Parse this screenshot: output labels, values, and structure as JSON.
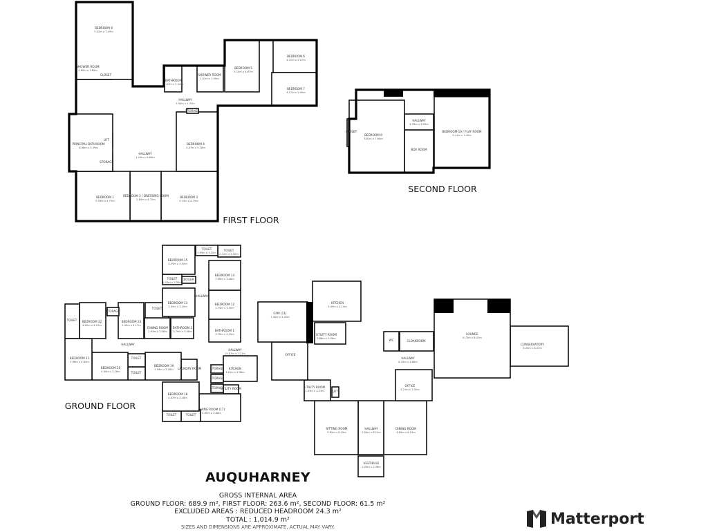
{
  "first_floor": {
    "label": "FIRST FLOOR",
    "rooms": [
      {
        "name": "BEDROOM 8",
        "dims": "5.42m x 7.49m"
      },
      {
        "name": "SHOWER ROOM",
        "dims": "1.60m x 1.84m"
      },
      {
        "name": "CLOSET",
        "dims": ""
      },
      {
        "name": "BATHROOM",
        "dims": "2.03m x 2.44m"
      },
      {
        "name": "SHOWER ROOM",
        "dims": "1.81m x 1.99m"
      },
      {
        "name": "BEDROOM 5",
        "dims": "5.14m x 4.87m"
      },
      {
        "name": "BEDROOM 6",
        "dims": "4.12m x 2.07m"
      },
      {
        "name": "BEDROOM 7",
        "dims": "4.17m x 2.99m"
      },
      {
        "name": "HALLWAY",
        "dims": "5.93m x 1.33m"
      },
      {
        "name": "STORAGE",
        "dims": ""
      },
      {
        "name": "PRINCIPAL BATHROOM",
        "dims": "6.98m x 5.35m"
      },
      {
        "name": "LIFT",
        "dims": ""
      },
      {
        "name": "STORAGE",
        "dims": ""
      },
      {
        "name": "HALLWAY",
        "dims": "1.29m x 6.69m"
      },
      {
        "name": "BEDROOM 4",
        "dims": "4.47m x 5.78m"
      },
      {
        "name": "BEDROOM 1",
        "dims": "5.03m x 4.75m"
      },
      {
        "name": "BEDROOM 2 / DRESSING ROOM",
        "dims": "2.84m x 4.75m"
      },
      {
        "name": "BEDROOM 3",
        "dims": "5.13m x 4.75m"
      }
    ]
  },
  "second_floor": {
    "label": "SECOND FLOOR",
    "rooms": [
      {
        "name": "BEDROOM 9",
        "dims": "3.81m x 7.60m"
      },
      {
        "name": "CLOSET",
        "dims": ""
      },
      {
        "name": "HALLWAY",
        "dims": "2.76m x 3.55m"
      },
      {
        "name": "BOX ROOM",
        "dims": ""
      },
      {
        "name": "BEDROOM 10 / PLAY ROOM",
        "dims": "5.11m x 7.45m"
      }
    ]
  },
  "ground_floor": {
    "label": "GROUND FLOOR",
    "rooms": [
      {
        "name": "BEDROOM 15",
        "dims": "3.25m x 3.92m"
      },
      {
        "name": "TOILET",
        "dims": "1.95m x 1.32m"
      },
      {
        "name": "TOILET",
        "dims": "2.31m x 1.32m"
      },
      {
        "name": "BEDROOM 14",
        "dims": "3.98m x 3.48m"
      },
      {
        "name": "TOILET",
        "dims": "2.03m x 1.30m"
      },
      {
        "name": "BOILER",
        "dims": ""
      },
      {
        "name": "BEDROOM 13",
        "dims": "3.35m x 3.25m"
      },
      {
        "name": "HALLWAY",
        "dims": ""
      },
      {
        "name": "BEDROOM 12",
        "dims": "3.70m x 3.30m"
      },
      {
        "name": "BATHROOM 1",
        "dims": "3.70m x 2.22m"
      },
      {
        "name": "GYM (11)",
        "dims": "7.30m x 4.05m"
      },
      {
        "name": "BEDROOM 22",
        "dims": "4.65m x 4.21m"
      },
      {
        "name": "TOILET",
        "dims": ""
      },
      {
        "name": "STORAGE",
        "dims": ""
      },
      {
        "name": "BEDROOM 23",
        "dims": "2.90m x 4.17m"
      },
      {
        "name": "TOILET",
        "dims": ""
      },
      {
        "name": "DINING ROOM",
        "dims": "2.93m x 3.08m"
      },
      {
        "name": "BATHROOM 2",
        "dims": "3.79m x 3.08m"
      },
      {
        "name": "HALLWAY",
        "dims": ""
      },
      {
        "name": "BEDROOM 21",
        "dims": "2.98m x 4.84m"
      },
      {
        "name": "BEDROOM 20",
        "dims": "4.30m x 3.26m"
      },
      {
        "name": "TOILET",
        "dims": ""
      },
      {
        "name": "TOILET",
        "dims": ""
      },
      {
        "name": "BEDROOM 19",
        "dims": "3.99m x 3.26m"
      },
      {
        "name": "LAUNDRY ROOM",
        "dims": ""
      },
      {
        "name": "BEDROOM 18",
        "dims": "4.87m x 3.18m"
      },
      {
        "name": "TOILET",
        "dims": ""
      },
      {
        "name": "TOILET",
        "dims": ""
      },
      {
        "name": "LIVING ROOM (17)",
        "dims": "4.65m x 3.86m"
      },
      {
        "name": "STORAGE",
        "dims": ""
      },
      {
        "name": "STORAGE",
        "dims": ""
      },
      {
        "name": "STORAGE",
        "dims": ""
      },
      {
        "name": "KITCHEN",
        "dims": "3.61m x 4.38m"
      },
      {
        "name": "UTILITY ROOM",
        "dims": ""
      },
      {
        "name": "HALLWAY",
        "dims": "15.87m x 7.11m"
      },
      {
        "name": "OFFICE",
        "dims": ""
      },
      {
        "name": "KITCHEN",
        "dims": "5.49m x 4.14m"
      },
      {
        "name": "UTILITY ROOM",
        "dims": "3.88m x 2.08m"
      },
      {
        "name": "UTILITY ROOM",
        "dims": "1.93m x 1.23m"
      },
      {
        "name": "LIFT",
        "dims": ""
      },
      {
        "name": "WC",
        "dims": ""
      },
      {
        "name": "CLOAKROOM",
        "dims": ""
      },
      {
        "name": "HALLWAY",
        "dims": "6.35m x 3.66m"
      },
      {
        "name": "OFFICE",
        "dims": "4.21m x 3.32m"
      },
      {
        "name": "LOUNGE",
        "dims": "8.73m x 8.02m"
      },
      {
        "name": "CONSERVATORY",
        "dims": "6.20m x 8.47m"
      },
      {
        "name": "SITTING ROOM",
        "dims": "5.82m x 6.19m"
      },
      {
        "name": "HALLWAY",
        "dims": "2.04m x 6.21m"
      },
      {
        "name": "DINING ROOM",
        "dims": "4.89m x 6.19m"
      },
      {
        "name": "VESTIBULE",
        "dims": "2.04m x 2.38m"
      }
    ]
  },
  "property_name": "AUQUHARNEY",
  "area_summary": {
    "heading": "GROSS INTERNAL AREA",
    "floors_line": "GROUND FLOOR: 689.9 m², FIRST FLOOR: 263.6 m², SECOND FLOOR: 61.5 m²",
    "excluded_line": "EXCLUDED AREAS : REDUCED HEADROOM 24.3 m²",
    "total_line": "TOTAL : 1,014.9 m²",
    "disclaimer": "SIZES AND DIMENSIONS ARE APPROXIMATE, ACTUAL MAY VARY."
  },
  "brand": {
    "name": "Matterport",
    "icon": "matterport-logo-icon",
    "color": "#222222"
  }
}
